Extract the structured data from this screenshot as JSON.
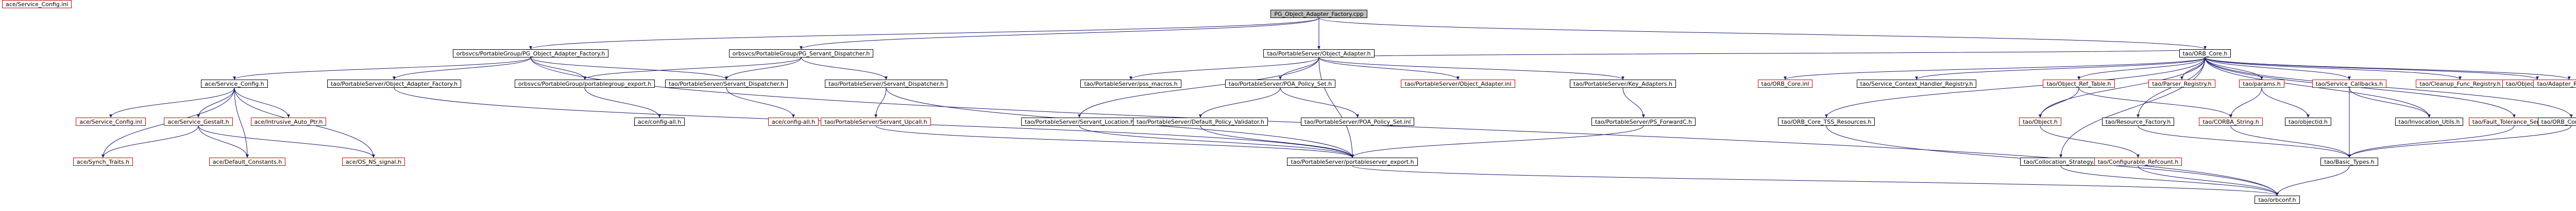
{
  "colors": {
    "edge": "#191970",
    "border": "#000000",
    "missing_border": "#cc0000",
    "root_fill": "#c0c0c0",
    "fill": "#ffffff",
    "text": "#000000"
  },
  "nodes": [
    {
      "id": "root",
      "label": "PG_Object_Adapter_Factory.cpp",
      "kind": "root"
    },
    {
      "id": "pgoaf_h",
      "label": "orbsvcs/PortableGroup/PG_Object_Adapter_Factory.h"
    },
    {
      "id": "pgsd_h",
      "label": "orbsvcs/PortableGroup/PG_Servant_Dispatcher.h"
    },
    {
      "id": "oa_h",
      "label": "tao/PortableServer/Object_Adapter.h"
    },
    {
      "id": "orb_core_h",
      "label": "tao/ORB_Core.h"
    },
    {
      "id": "svc_config_h",
      "label": "ace/Service_Config.h"
    },
    {
      "id": "ps_oaf_h",
      "label": "tao/PortableServer/Object_Adapter_Factory.h"
    },
    {
      "id": "pg_export_h",
      "label": "orbsvcs/PortableGroup/portablegroup_export.h"
    },
    {
      "id": "ps_sd_h1",
      "label": "tao/PortableServer/Servant_Dispatcher.h"
    },
    {
      "id": "ps_sd_h2",
      "label": "tao/PortableServer/Servant_Dispatcher.h"
    },
    {
      "id": "pss_macros_h",
      "label": "tao/PortableServer/pss_macros.h"
    },
    {
      "id": "poa_policy_set_h",
      "label": "tao/PortableServer/POA_Policy_Set.h"
    },
    {
      "id": "ps_oa_h",
      "label": "tao/PortableServer/Object_Adapter.inl",
      "kind": "missing"
    },
    {
      "id": "key_adapters_h",
      "label": "tao/PortableServer/Key_Adapters.h"
    },
    {
      "id": "orb_core_inl",
      "label": "tao/ORB_Core.inl",
      "kind": "missing"
    },
    {
      "id": "svc_ctx_reg_h",
      "label": "tao/Service_Context_Handler_Registry.h"
    },
    {
      "id": "obj_ref_table_h",
      "label": "tao/Object_Ref_Table.h",
      "kind": "missing"
    },
    {
      "id": "parser_reg_h",
      "label": "tao/Parser_Registry.h",
      "kind": "missing"
    },
    {
      "id": "params_h",
      "label": "tao/params.h",
      "kind": "missing"
    },
    {
      "id": "svc_callbacks_h",
      "label": "tao/Service_Callbacks.h",
      "kind": "missing"
    },
    {
      "id": "cleanup_func_reg_h",
      "label": "tao/Cleanup_Func_Registry.h",
      "kind": "missing"
    },
    {
      "id": "objkey_table_h",
      "label": "tao/ObjectKey_Table.h",
      "kind": "missing"
    },
    {
      "id": "adapter_reg_h",
      "label": "tao/Adapter_Registry.h",
      "kind": "missing"
    },
    {
      "id": "svc_config_inl",
      "label": "ace/Service_Config.inl",
      "kind": "missing"
    },
    {
      "id": "svc_gestalt_h",
      "label": "ace/Service_Gestalt.h",
      "kind": "missing"
    },
    {
      "id": "aux_ptr_h",
      "label": "ace/Intrusive_Auto_Ptr.h",
      "kind": "missing"
    },
    {
      "id": "config_all_h1",
      "label": "ace/config-all.h"
    },
    {
      "id": "config_all_h2",
      "label": "ace/config-all.h",
      "kind": "missing"
    },
    {
      "id": "ps_sd_upcall_h",
      "label": "tao/PortableServer/Servant_Upcall.h",
      "kind": "missing"
    },
    {
      "id": "ps_sl_h",
      "label": "tao/PortableServer/Servant_Location.h"
    },
    {
      "id": "ps_dpv_h",
      "label": "tao/PortableServer/Default_Policy_Validator.h"
    },
    {
      "id": "ps_poa_policy_set_inl",
      "label": "tao/PortableServer/POA_Policy_Set.inl"
    },
    {
      "id": "ps_forward_h",
      "label": "tao/PortableServer/PS_ForwardC.h"
    },
    {
      "id": "orb_core_tss_h",
      "label": "tao/ORB_Core_TSS_Resources.h"
    },
    {
      "id": "collocation_strategy_h",
      "label": "tao/Collocation_Strategy.h"
    },
    {
      "id": "object_h",
      "label": "tao/Object.h",
      "kind": "missing"
    },
    {
      "id": "resource_factory_h",
      "label": "tao/Resource_Factory.h"
    },
    {
      "id": "corba_string_h",
      "label": "tao/CORBA_String.h",
      "kind": "missing"
    },
    {
      "id": "objectid_h",
      "label": "tao/objectid.h"
    },
    {
      "id": "invocation_utils_h",
      "label": "tao/Invocation_Utils.h"
    },
    {
      "id": "ft_service_h",
      "label": "tao/Fault_Tolerance_Service.h",
      "kind": "missing"
    },
    {
      "id": "orb_constants_h",
      "label": "tao/ORB_Constants.h"
    },
    {
      "id": "svc_config_svc_h",
      "label": "ace/Service_Config.inl",
      "kind": "missing"
    },
    {
      "id": "sync_traits_h",
      "label": "ace/Synch_Traits.h",
      "kind": "missing"
    },
    {
      "id": "default_constants_h",
      "label": "ace/Default_Constants.h",
      "kind": "missing"
    },
    {
      "id": "os_ns_signal_h",
      "label": "ace/OS_NS_signal.h",
      "kind": "missing"
    },
    {
      "id": "ps_export_h",
      "label": "tao/PortableServer/portableserver_export.h"
    },
    {
      "id": "configurable_refcount_h",
      "label": "tao/Configurable_Refcount.h",
      "kind": "missing"
    },
    {
      "id": "basic_types_h",
      "label": "tao/Basic_Types.h"
    },
    {
      "id": "tao_export_h",
      "label": "tao/orbconf.h"
    }
  ],
  "edges": [
    [
      "root",
      "pgoaf_h"
    ],
    [
      "root",
      "pgsd_h"
    ],
    [
      "root",
      "oa_h"
    ],
    [
      "root",
      "orb_core_h"
    ],
    [
      "pgoaf_h",
      "svc_config_h"
    ],
    [
      "pgoaf_h",
      "ps_oaf_h"
    ],
    [
      "pgoaf_h",
      "pg_export_h"
    ],
    [
      "pgoaf_h",
      "ps_sd_h1"
    ],
    [
      "pgoaf_h",
      "tao_export_h"
    ],
    [
      "pgsd_h",
      "pg_export_h"
    ],
    [
      "pgsd_h",
      "ps_sd_h1"
    ],
    [
      "pgsd_h",
      "ps_sd_h2"
    ],
    [
      "oa_h",
      "pss_macros_h"
    ],
    [
      "oa_h",
      "poa_policy_set_h"
    ],
    [
      "oa_h",
      "ps_oa_h"
    ],
    [
      "oa_h",
      "key_adapters_h"
    ],
    [
      "oa_h",
      "ps_sl_h"
    ],
    [
      "oa_h",
      "ps_export_h"
    ],
    [
      "oa_h",
      "orb_core_h"
    ],
    [
      "orb_core_h",
      "orb_core_inl"
    ],
    [
      "orb_core_h",
      "svc_ctx_reg_h"
    ],
    [
      "orb_core_h",
      "obj_ref_table_h"
    ],
    [
      "orb_core_h",
      "parser_reg_h"
    ],
    [
      "orb_core_h",
      "params_h"
    ],
    [
      "orb_core_h",
      "svc_callbacks_h"
    ],
    [
      "orb_core_h",
      "cleanup_func_reg_h"
    ],
    [
      "orb_core_h",
      "objkey_table_h"
    ],
    [
      "orb_core_h",
      "adapter_reg_h"
    ],
    [
      "orb_core_h",
      "orb_core_tss_h"
    ],
    [
      "orb_core_h",
      "collocation_strategy_h"
    ],
    [
      "orb_core_h",
      "resource_factory_h"
    ],
    [
      "orb_core_h",
      "orb_constants_h"
    ],
    [
      "orb_core_h",
      "ft_service_h"
    ],
    [
      "orb_core_h",
      "invocation_utils_h"
    ],
    [
      "orb_core_h",
      "object_h"
    ],
    [
      "svc_config_h",
      "svc_config_inl"
    ],
    [
      "svc_config_h",
      "svc_gestalt_h"
    ],
    [
      "svc_config_h",
      "aux_ptr_h"
    ],
    [
      "svc_config_h",
      "sync_traits_h"
    ],
    [
      "svc_config_h",
      "default_constants_h"
    ],
    [
      "svc_config_h",
      "os_ns_signal_h"
    ],
    [
      "svc_gestalt_h",
      "sync_traits_h"
    ],
    [
      "svc_gestalt_h",
      "default_constants_h"
    ],
    [
      "svc_gestalt_h",
      "os_ns_signal_h"
    ],
    [
      "ps_oaf_h",
      "ps_export_h"
    ],
    [
      "pg_export_h",
      "config_all_h1"
    ],
    [
      "ps_sd_h1",
      "config_all_h2"
    ],
    [
      "ps_sd_h2",
      "ps_sd_upcall_h"
    ],
    [
      "ps_sd_h2",
      "ps_export_h"
    ],
    [
      "ps_sd_upcall_h",
      "ps_export_h"
    ],
    [
      "poa_policy_set_h",
      "ps_dpv_h"
    ],
    [
      "poa_policy_set_h",
      "ps_poa_policy_set_inl"
    ],
    [
      "ps_dpv_h",
      "ps_export_h"
    ],
    [
      "key_adapters_h",
      "ps_forward_h"
    ],
    [
      "ps_forward_h",
      "ps_export_h"
    ],
    [
      "ps_sl_h",
      "ps_export_h"
    ],
    [
      "obj_ref_table_h",
      "object_h"
    ],
    [
      "obj_ref_table_h",
      "corba_string_h"
    ],
    [
      "params_h",
      "corba_string_h"
    ],
    [
      "params_h",
      "objectid_h"
    ],
    [
      "svc_callbacks_h",
      "invocation_utils_h"
    ],
    [
      "svc_callbacks_h",
      "basic_types_h"
    ],
    [
      "object_h",
      "configurable_refcount_h"
    ],
    [
      "resource_factory_h",
      "basic_types_h"
    ],
    [
      "corba_string_h",
      "basic_types_h"
    ],
    [
      "orb_constants_h",
      "basic_types_h"
    ],
    [
      "ft_service_h",
      "basic_types_h"
    ],
    [
      "collocation_strategy_h",
      "tao_export_h"
    ],
    [
      "basic_types_h",
      "tao_export_h"
    ],
    [
      "orb_core_tss_h",
      "tao_export_h"
    ],
    [
      "ps_export_h",
      "tao_export_h"
    ],
    [
      "configurable_refcount_h",
      "tao_export_h"
    ]
  ]
}
